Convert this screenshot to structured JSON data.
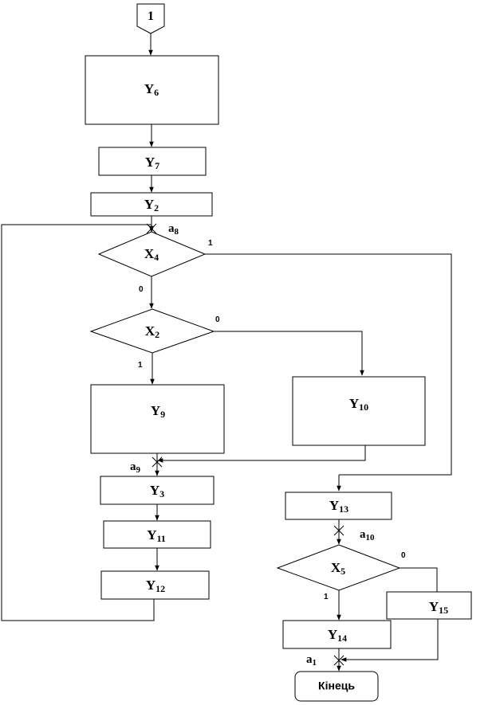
{
  "connector": {
    "label": "1"
  },
  "blocks": {
    "y6": {
      "letter": "Y",
      "index": "6"
    },
    "y7": {
      "letter": "Y",
      "index": "7"
    },
    "y2": {
      "letter": "Y",
      "index": "2"
    },
    "y9": {
      "letter": "Y",
      "index": "9"
    },
    "y10": {
      "letter": "Y",
      "index": "10"
    },
    "y3": {
      "letter": "Y",
      "index": "3"
    },
    "y11": {
      "letter": "Y",
      "index": "11"
    },
    "y12": {
      "letter": "Y",
      "index": "12"
    },
    "y13": {
      "letter": "Y",
      "index": "13"
    },
    "y14": {
      "letter": "Y",
      "index": "14"
    },
    "y15": {
      "letter": "Y",
      "index": "15"
    }
  },
  "decisions": {
    "x4": {
      "letter": "X",
      "index": "4",
      "yes": "1",
      "no": "0"
    },
    "x2": {
      "letter": "X",
      "index": "2",
      "yes": "1",
      "no": "0"
    },
    "x5": {
      "letter": "X",
      "index": "5",
      "yes": "1",
      "no": "0"
    }
  },
  "states": {
    "a8": {
      "letter": "a",
      "index": "8"
    },
    "a9": {
      "letter": "a",
      "index": "9"
    },
    "a10": {
      "letter": "a",
      "index": "10"
    },
    "a1": {
      "letter": "a",
      "index": "1"
    }
  },
  "terminal": {
    "label": "Кінець"
  }
}
